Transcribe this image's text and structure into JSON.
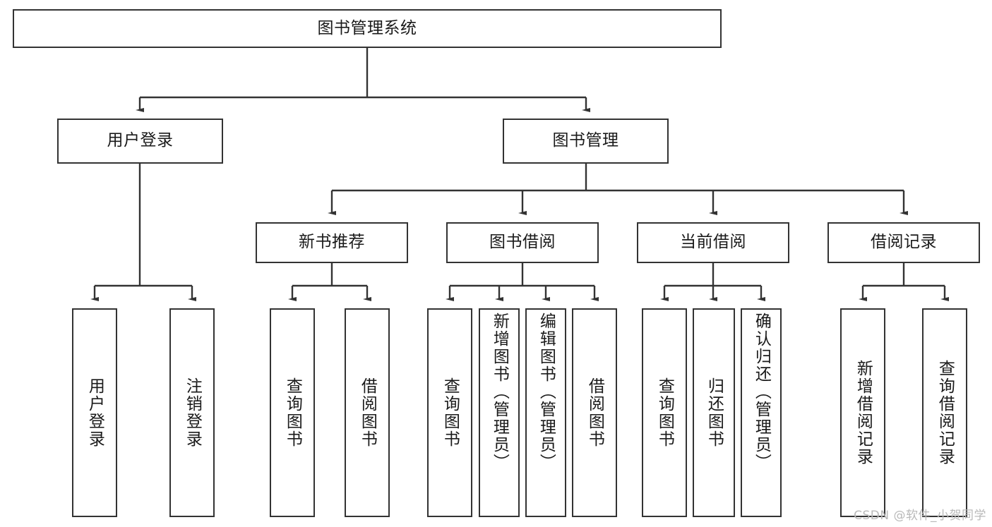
{
  "diagram": {
    "title": "图书管理系统",
    "type": "tree-hierarchy-chart",
    "colors": {
      "box_border": "#333333",
      "box_fill": "#ffffff",
      "edge": "#333333",
      "text": "#1a1a1a",
      "watermark": "#b9b9b9",
      "background": "#ffffff"
    },
    "root": {
      "label": "图书管理系统"
    },
    "level2": [
      {
        "label": "用户登录"
      },
      {
        "label": "图书管理"
      }
    ],
    "level3": [
      {
        "label": "新书推荐"
      },
      {
        "label": "图书借阅"
      },
      {
        "label": "当前借阅"
      },
      {
        "label": "借阅记录"
      }
    ],
    "leaves": {
      "user_login": [
        {
          "label": "用户登录"
        },
        {
          "label": "注销登录"
        }
      ],
      "new_book_recommend": [
        {
          "label": "查询图书"
        },
        {
          "label": "借阅图书"
        }
      ],
      "book_borrow": [
        {
          "label": "查询图书"
        },
        {
          "label": "新增图书（管理员）"
        },
        {
          "label": "编辑图书（管理员）"
        },
        {
          "label": "借阅图书"
        }
      ],
      "current_borrow": [
        {
          "label": "查询图书"
        },
        {
          "label": "归还图书"
        },
        {
          "label": "确认归还（管理员）"
        }
      ],
      "borrow_record": [
        {
          "label": "新增借阅记录"
        },
        {
          "label": "查询借阅记录"
        }
      ]
    },
    "watermark": "CSDN @软件_小贺同学"
  }
}
